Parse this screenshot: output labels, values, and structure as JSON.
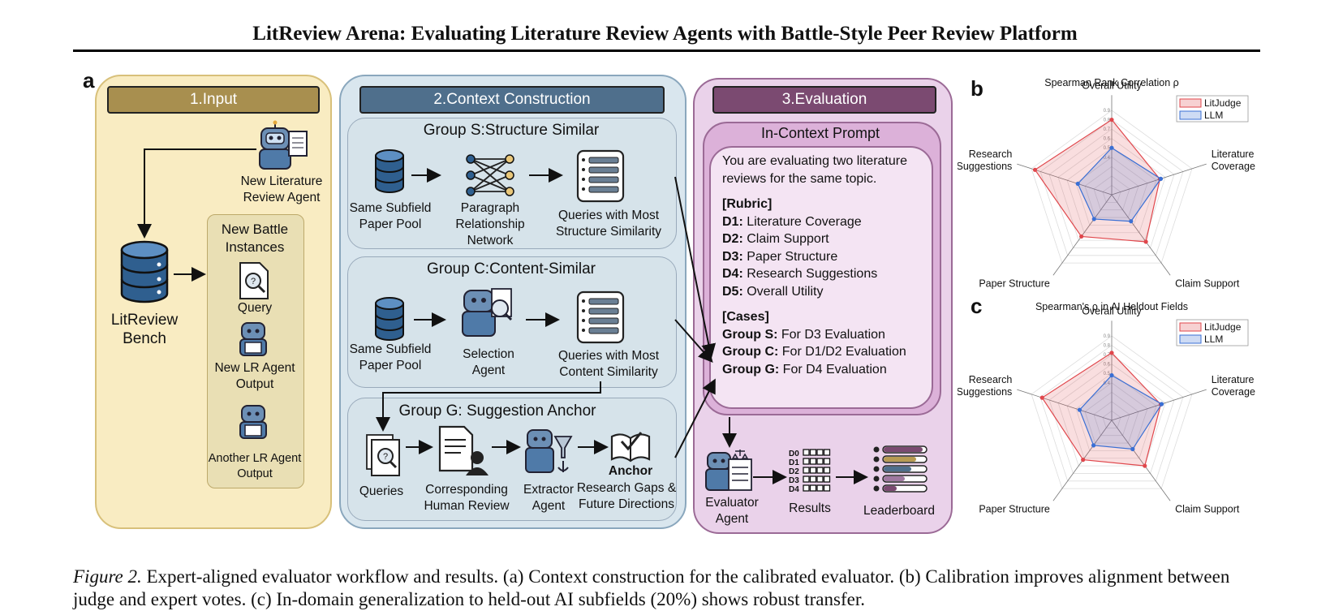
{
  "title": "LitReview Arena: Evaluating Literature Review Agents with Battle-Style Peer Review Platform",
  "panel_a": {
    "letter": "a",
    "input": {
      "header": "1.Input",
      "agent_label_1": "New Literature",
      "agent_label_2": "Review Agent",
      "bench_label_1": "LitReview",
      "bench_label_2": "Bench",
      "battle_title_1": "New Battle",
      "battle_title_2": "Instances",
      "query": "Query",
      "new_lr_1": "New LR Agent",
      "new_lr_2": "Output",
      "another_lr_1": "Another LR Agent",
      "another_lr_2": "Output"
    },
    "context": {
      "header": "2.Context Construction",
      "group_s": {
        "title": "Group S:Structure Similar",
        "pool_1": "Same Subfield",
        "pool_2": "Paper Pool",
        "network_1": "Paragraph",
        "network_2": "Relationship",
        "network_3": "Network",
        "queries_1": "Queries with Most",
        "queries_2": "Structure Similarity"
      },
      "group_c": {
        "title": "Group C:Content-Similar",
        "pool_1": "Same Subfield",
        "pool_2": "Paper Pool",
        "agent_1": "Selection",
        "agent_2": "Agent",
        "queries_1": "Queries with Most",
        "queries_2": "Content Similarity"
      },
      "group_g": {
        "title": "Group G: Suggestion Anchor",
        "queries": "Queries",
        "human_1": "Corresponding",
        "human_2": "Human Review",
        "extractor_1": "Extractor",
        "extractor_2": "Agent",
        "anchor": "Anchor",
        "gaps_1": "Research Gaps &",
        "gaps_2": "Future Directions"
      }
    },
    "evaluation": {
      "header": "3.Evaluation",
      "prompt_title": "In-Context Prompt",
      "intro_1": "You are evaluating two literature",
      "intro_2": "reviews for the same topic.",
      "rubric_title": "[Rubric]",
      "rubric": [
        {
          "key": "D1:",
          "text": " Literature Coverage"
        },
        {
          "key": "D2:",
          "text": " Claim Support"
        },
        {
          "key": "D3:",
          "text": " Paper Structure"
        },
        {
          "key": "D4:",
          "text": " Research Suggestions"
        },
        {
          "key": "D5:",
          "text": " Overall Utility"
        }
      ],
      "cases_title": "[Cases]",
      "cases": [
        {
          "key": "Group S:",
          "text": " For D3 Evaluation"
        },
        {
          "key": "Group C:",
          "text": " For D1/D2 Evaluation"
        },
        {
          "key": "Group G:",
          "text": " For D4 Evaluation"
        }
      ],
      "evaluator_1": "Evaluator",
      "evaluator_2": "Agent",
      "results": "Results",
      "results_rows": [
        "D0",
        "D1",
        "D2",
        "D3",
        "D4"
      ],
      "leaderboard": "Leaderboard"
    },
    "colors": {
      "input_bg": "#f9ecc2",
      "input_header": "#a88f4f",
      "context_bg": "#d9e6ee",
      "context_header": "#4f6f8c",
      "eval_bg": "#ead2ea",
      "eval_header": "#7b4a71",
      "db_blue": "#2f5f8f"
    }
  },
  "chart_data": [
    {
      "type": "radar",
      "panel": "b",
      "title": "Spearman Rank Correlation ρ",
      "axes": [
        "Overall Utility",
        "Literature Coverage",
        "Claim Support",
        "Paper Structure",
        "Research Suggestions"
      ],
      "rlim": [
        0,
        0.9
      ],
      "ticks": [
        "0.9",
        "0.8",
        "0.7",
        "0.6",
        "0.5",
        "0.4"
      ],
      "series": [
        {
          "name": "LitJudge",
          "color": "#e0474c",
          "values": [
            0.8,
            0.54,
            0.62,
            0.55,
            0.86
          ]
        },
        {
          "name": "LLM",
          "color": "#3a6fd4",
          "values": [
            0.5,
            0.55,
            0.35,
            0.32,
            0.38
          ]
        }
      ],
      "legend": "top-right"
    },
    {
      "type": "radar",
      "panel": "c",
      "title": "Spearman's ρ in AI Heldout Fields",
      "axes": [
        "Overall Utility",
        "Literature Coverage",
        "Claim Support",
        "Paper Structure",
        "Research Suggestions"
      ],
      "rlim": [
        0,
        0.9
      ],
      "ticks": [
        "0.9",
        "0.8",
        "0.7",
        "0.6",
        "0.5",
        "0.4"
      ],
      "series": [
        {
          "name": "LitJudge",
          "color": "#e0474c",
          "values": [
            0.72,
            0.55,
            0.6,
            0.52,
            0.78
          ]
        },
        {
          "name": "LLM",
          "color": "#3a6fd4",
          "values": [
            0.48,
            0.56,
            0.38,
            0.33,
            0.36
          ]
        }
      ],
      "legend": "top-right"
    }
  ],
  "caption": {
    "label": "Figure 2.",
    "text": " Expert-aligned evaluator workflow and results. (a) Context construction for the calibrated evaluator. (b) Calibration improves alignment between judge and expert votes. (c) In-domain generalization to held-out AI subfields (20%) shows robust transfer."
  }
}
